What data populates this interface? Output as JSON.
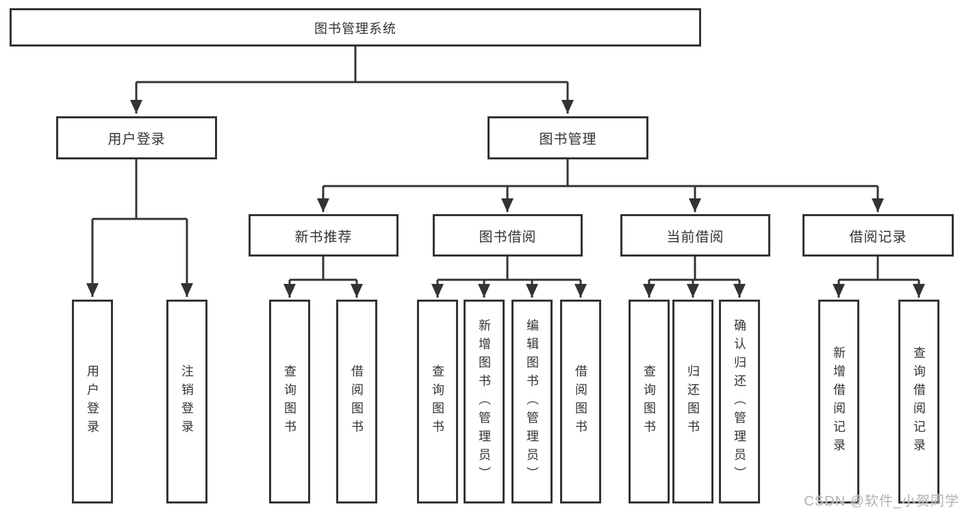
{
  "diagram_title": "图书管理系统",
  "tree": {
    "label": "图书管理系统",
    "children": [
      {
        "label": "用户登录",
        "children": [
          {
            "label": "用户登录"
          },
          {
            "label": "注销登录"
          }
        ]
      },
      {
        "label": "图书管理",
        "children": [
          {
            "label": "新书推荐",
            "children": [
              {
                "label": "查询图书"
              },
              {
                "label": "借阅图书"
              }
            ]
          },
          {
            "label": "图书借阅",
            "children": [
              {
                "label": "查询图书"
              },
              {
                "label": "新增图书（管理员）"
              },
              {
                "label": "编辑图书（管理员）"
              },
              {
                "label": "借阅图书"
              }
            ]
          },
          {
            "label": "当前借阅",
            "children": [
              {
                "label": "查询图书"
              },
              {
                "label": "归还图书"
              },
              {
                "label": "确认归还（管理员）"
              }
            ]
          },
          {
            "label": "借阅记录",
            "children": [
              {
                "label": "新增借阅记录"
              },
              {
                "label": "查询借阅记录"
              }
            ]
          }
        ]
      }
    ]
  },
  "watermark": {
    "text": "CSDN @软件_小贺同学"
  },
  "colors": {
    "line": "#333333",
    "box_border": "#333333",
    "text": "#333333",
    "background": "#ffffff",
    "watermark": "#b0b0b8"
  }
}
